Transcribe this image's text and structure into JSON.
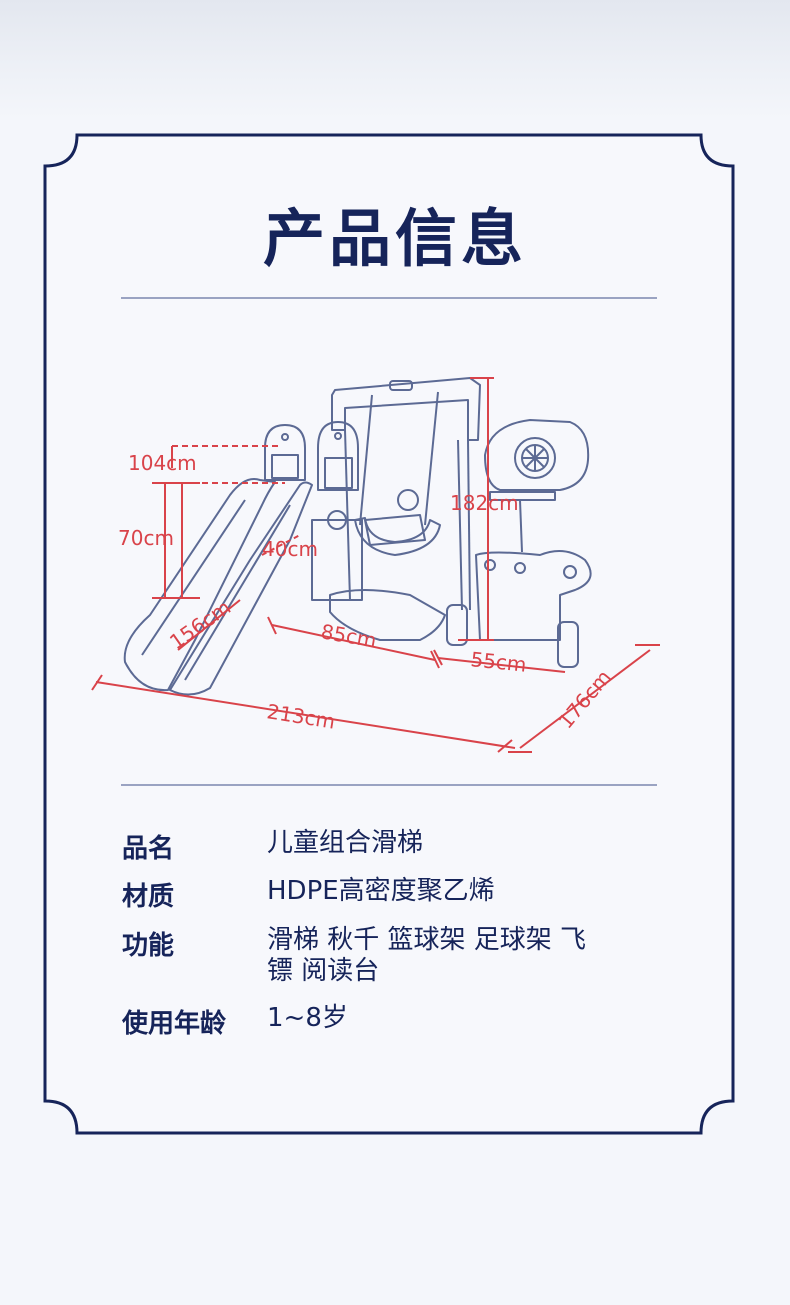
{
  "page": {
    "title": "产品信息"
  },
  "diagram": {
    "subject": "儿童组合滑梯",
    "dimensions": {
      "d104": "104cm",
      "d70": "70cm",
      "d40": "40cm",
      "d156": "156cm",
      "d85": "85cm",
      "d55": "55cm",
      "d213": "213cm",
      "d176": "176cm",
      "d182": "182cm"
    }
  },
  "info": {
    "rows": [
      {
        "label": "品名",
        "value": "儿童组合滑梯"
      },
      {
        "label": "材质",
        "value": "HDPE高密度聚乙烯"
      },
      {
        "label": "功能",
        "value": "滑梯 秋千 篮球架 足球架 飞镖 阅读台"
      },
      {
        "label": "使用年龄",
        "value": "1~8岁"
      }
    ]
  },
  "colors": {
    "navy": "#16245a",
    "dimension_red": "#d9434a",
    "line_gray": "#9aa3c2",
    "background": "#f4f6fb"
  }
}
